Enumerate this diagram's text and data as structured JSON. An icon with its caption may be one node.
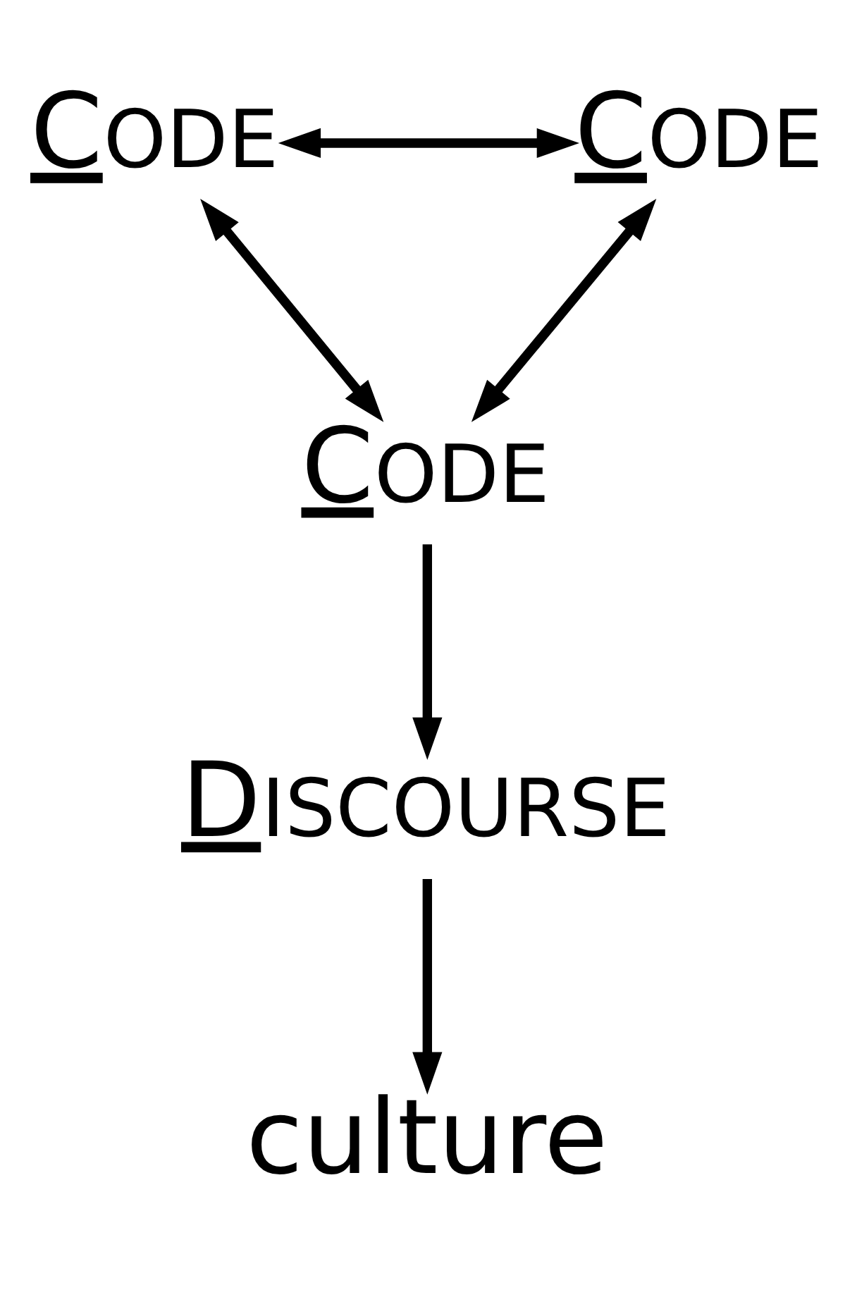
{
  "diagram": {
    "nodes": [
      {
        "text": [
          "CODE"
        ]
      },
      {
        "text": [
          "CODE"
        ]
      },
      {
        "text": [
          "CODE"
        ]
      },
      {
        "text": [
          "DISCOURSE"
        ]
      },
      {
        "text": [
          "culture"
        ]
      }
    ],
    "edges": [
      {
        "from": 0,
        "to": 1,
        "arrow": "both"
      },
      {
        "from": 0,
        "to": 2,
        "arrow": "both"
      },
      {
        "from": 1,
        "to": 2,
        "arrow": "both"
      },
      {
        "from": 2,
        "to": 3,
        "arrow": "to"
      },
      {
        "from": 3,
        "to": 4,
        "arrow": "to"
      }
    ]
  }
}
